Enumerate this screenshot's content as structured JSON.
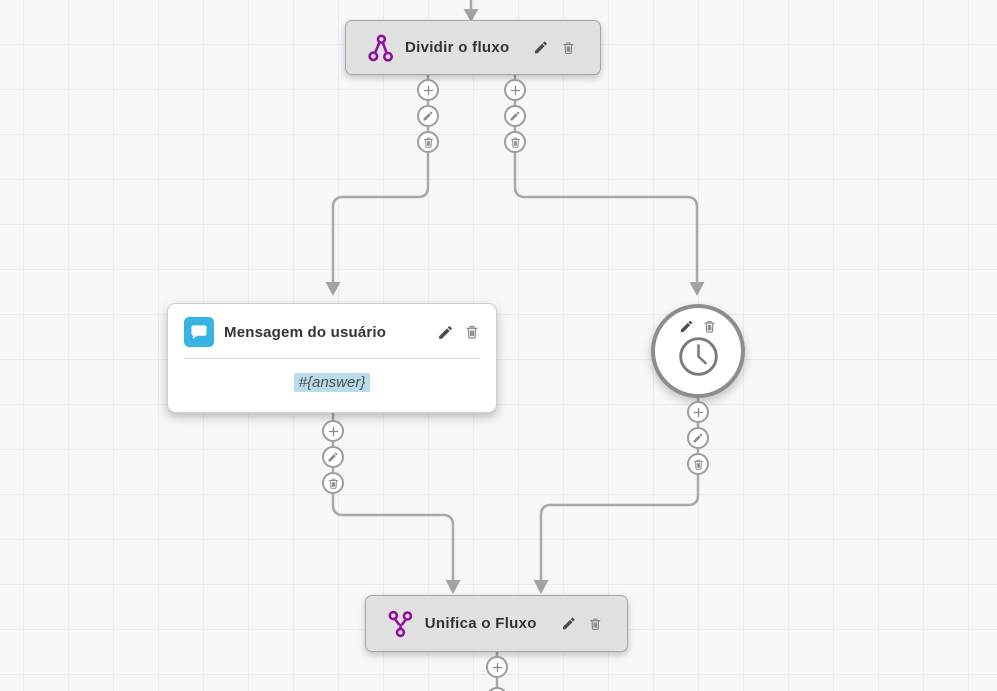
{
  "app": {
    "name": "chatbot-flow-builder-canvas"
  },
  "palette": {
    "canvas_bg": "#f7f7f9",
    "grid_line": "#eaeaf2",
    "connector": "#a8a8a8",
    "node_fill": "#e0e0e0",
    "node_border": "#a6a6a6",
    "accent_purple": "#900d9e",
    "accent_blue": "#38b3e2",
    "highlight_blue": "#b9dcea"
  },
  "nodes": {
    "split": {
      "label": "Dividir o fluxo",
      "icon": "split-flow-icon"
    },
    "user_message": {
      "label": "Mensagem do usuário",
      "icon": "chat-bubble-icon",
      "body_value": "#{answer}"
    },
    "wait": {
      "icon": "clock-icon"
    },
    "merge": {
      "label": "Unifica o Fluxo",
      "icon": "merge-flow-icon"
    }
  },
  "node_actions": {
    "edit": "pencil-icon",
    "delete": "trash-icon"
  },
  "connector_actions": {
    "add": "plus-icon",
    "edit": "pencil-icon",
    "delete": "trash-icon"
  }
}
